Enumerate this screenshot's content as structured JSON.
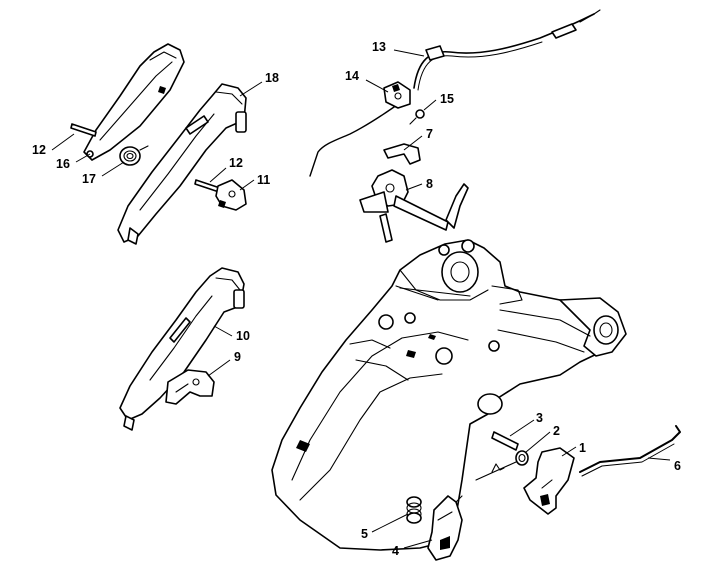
{
  "callouts": [
    {
      "number": "1",
      "part": "trigger"
    },
    {
      "number": "2",
      "part": "torsion-spring"
    },
    {
      "number": "3",
      "part": "pin"
    },
    {
      "number": "4",
      "part": "trigger-interlock"
    },
    {
      "number": "5",
      "part": "compression-spring"
    },
    {
      "number": "6",
      "part": "throttle-rod"
    },
    {
      "number": "7",
      "part": "clip"
    },
    {
      "number": "8",
      "part": "shaft-assembly"
    },
    {
      "number": "9",
      "part": "lever"
    },
    {
      "number": "10",
      "part": "handle-molding"
    },
    {
      "number": "11",
      "part": "lever"
    },
    {
      "number": "12",
      "part": "pin"
    },
    {
      "number": "12",
      "part": "pin"
    },
    {
      "number": "13",
      "part": "cable"
    },
    {
      "number": "14",
      "part": "bracket"
    },
    {
      "number": "15",
      "part": "screw"
    },
    {
      "number": "16",
      "part": "handle-molding"
    },
    {
      "number": "17",
      "part": "spring"
    },
    {
      "number": "18",
      "part": "handle-molding"
    }
  ]
}
